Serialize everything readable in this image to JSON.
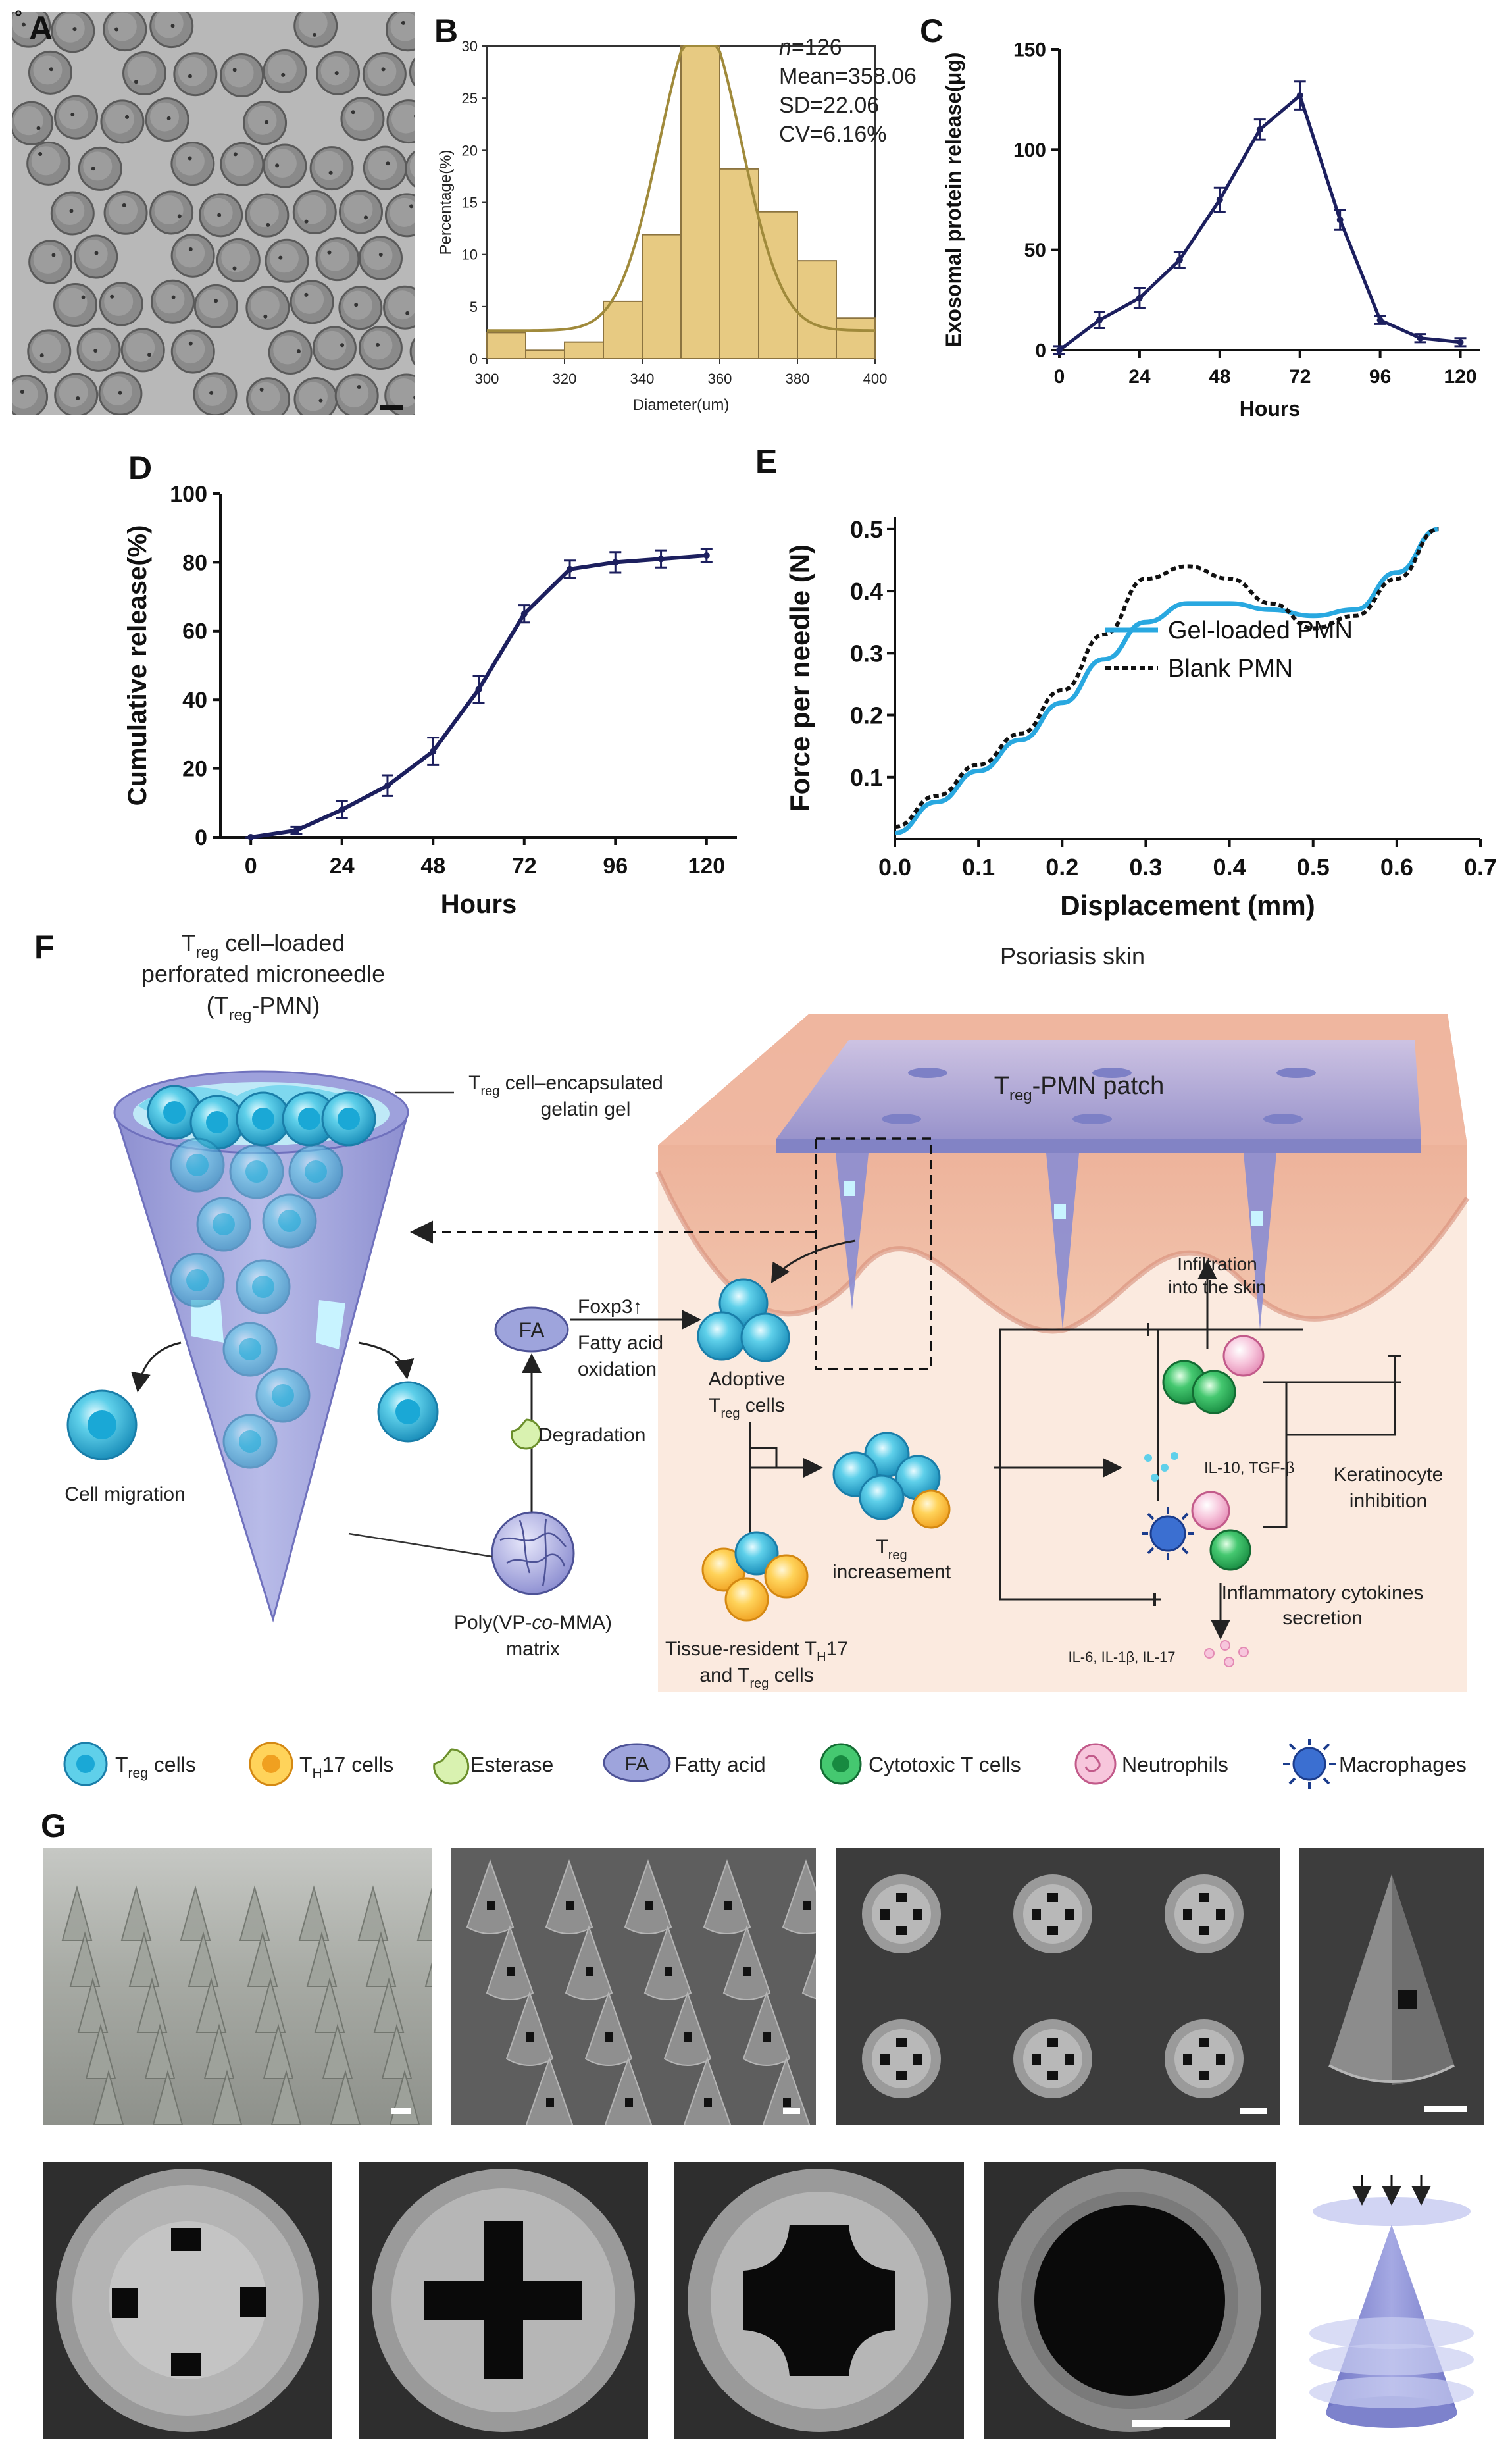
{
  "panels": {
    "a": {
      "label": "A",
      "corner": "°"
    },
    "b": {
      "label": "B"
    },
    "c": {
      "label": "C"
    },
    "d": {
      "label": "D"
    },
    "e": {
      "label": "E"
    },
    "f": {
      "label": "F"
    },
    "g": {
      "label": "G"
    }
  },
  "stats": {
    "n_sym": "n",
    "n_val": "=126",
    "mean": "Mean=358.06",
    "sd": "SD=22.06",
    "cv": "CV=6.16%"
  },
  "schematic": {
    "title_line1_pre": "T",
    "title_line1_sub": "reg",
    "title_line1_post": " cell–loaded",
    "title_line2": "perforated microneedle",
    "title_line3_pre": "(T",
    "title_line3_sub": "reg",
    "title_line3_post": "-PMN)",
    "gel_label_pre": "T",
    "gel_label_sub": "reg",
    "gel_label_post": " cell–encapsulated",
    "gel_label_line2": "gelatin gel",
    "psoriasis_skin": "Psoriasis skin",
    "patch_pre": "T",
    "patch_sub": "reg",
    "patch_post": "-PMN patch",
    "cell_migration": "Cell migration",
    "fa": "FA",
    "foxp3": "Foxp3↑",
    "fatty_acid_oxidation_1": "Fatty acid",
    "fatty_acid_oxidation_2": "oxidation",
    "degradation": "Degradation",
    "adoptive_1": "Adoptive",
    "adoptive_2_pre": "T",
    "adoptive_2_sub": "reg",
    "adoptive_2_post": " cells",
    "increasement_pre": "T",
    "increasement_sub": "reg",
    "increasement_post": "increasement",
    "tissue_res_1_pre": "Tissue-resident T",
    "tissue_res_1_sub": "H",
    "tissue_res_1_post": "17",
    "tissue_res_2_pre": "and T",
    "tissue_res_2_sub": "reg",
    "tissue_res_2_post": " cells",
    "matrix_1_pre": "Poly(VP-",
    "matrix_1_it": "co",
    "matrix_1_post": "-MMA)",
    "matrix_2": "matrix",
    "infiltration_1": "Infiltration",
    "infiltration_2": "into the skin",
    "il10": "IL-10, TGF-β",
    "keratinocyte_1": "Keratinocyte",
    "keratinocyte_2": "inhibition",
    "inflammatory_1": "Inflammatory cytokines",
    "inflammatory_2": "secretion",
    "il6": "IL-6, IL-1β, IL-17"
  },
  "legend_items": {
    "treg_pre": "T",
    "treg_sub": "reg",
    "treg_post": " cells",
    "th17_pre": "T",
    "th17_sub": "H",
    "th17_post": "17 cells",
    "esterase": "Esterase",
    "fa_box": "FA",
    "fatty_acid": "Fatty acid",
    "cytotoxic": "Cytotoxic T cells",
    "neutrophils": "Neutrophils",
    "macrophages": "Macrophages"
  },
  "chart_data": [
    {
      "panel": "B",
      "type": "bar",
      "xlabel": "Diameter(um)",
      "ylabel": "Percentage(%)",
      "xlim": [
        300,
        400
      ],
      "ylim": [
        0,
        30
      ],
      "xticks": [
        300,
        320,
        340,
        360,
        380,
        400
      ],
      "yticks": [
        0,
        5,
        10,
        15,
        20,
        25,
        30
      ],
      "bin_width": 10,
      "bin_centers": [
        305,
        315,
        325,
        335,
        345,
        355,
        365,
        375,
        385,
        395
      ],
      "values": [
        2.5,
        0.8,
        1.6,
        5.5,
        11.9,
        30,
        18.2,
        14.1,
        9.4,
        3.9
      ],
      "fit_curve": "gaussian fit"
    },
    {
      "panel": "C",
      "type": "line",
      "xlabel": "Hours",
      "ylabel": "Exosomal protein release(μg)",
      "xlim": [
        0,
        126
      ],
      "ylim": [
        0,
        150
      ],
      "xticks": [
        0,
        24,
        48,
        72,
        96,
        120
      ],
      "yticks": [
        0,
        50,
        100,
        150
      ],
      "x": [
        0,
        12,
        24,
        36,
        48,
        60,
        72,
        84,
        96,
        108,
        120
      ],
      "y": [
        0,
        15,
        26,
        45,
        75,
        110,
        127,
        65,
        15,
        6,
        4
      ],
      "err": [
        2,
        4,
        5,
        4,
        6,
        5,
        7,
        5,
        2,
        2,
        2
      ]
    },
    {
      "panel": "D",
      "type": "line",
      "xlabel": "Hours",
      "ylabel": "Cumulative release(%)",
      "xlim": [
        -8,
        128
      ],
      "ylim": [
        0,
        100
      ],
      "xticks": [
        0,
        24,
        48,
        72,
        96,
        120
      ],
      "yticks": [
        0,
        20,
        40,
        60,
        80,
        100
      ],
      "x": [
        0,
        12,
        24,
        36,
        48,
        60,
        72,
        84,
        96,
        108,
        120
      ],
      "y": [
        0,
        2,
        8,
        15,
        25,
        43,
        65,
        78,
        80,
        81,
        82
      ],
      "err": [
        0,
        1,
        2.5,
        3,
        4,
        4,
        2.5,
        2.5,
        3,
        2.5,
        2
      ]
    },
    {
      "panel": "E",
      "type": "line",
      "xlabel": "Displacement (mm)",
      "ylabel": "Force per needle (N)",
      "xlim": [
        0,
        0.7
      ],
      "ylim": [
        0,
        0.52
      ],
      "xticks": [
        0.0,
        0.1,
        0.2,
        0.3,
        0.4,
        0.5,
        0.6,
        0.7
      ],
      "yticks": [
        0.1,
        0.2,
        0.3,
        0.4,
        0.5
      ],
      "legend_position": "center-right",
      "series": [
        {
          "name": "Gel-loaded PMN",
          "color": "#29a8e0",
          "x": [
            0,
            0.05,
            0.1,
            0.15,
            0.2,
            0.25,
            0.3,
            0.35,
            0.4,
            0.45,
            0.5,
            0.55,
            0.6,
            0.65
          ],
          "y": [
            0.01,
            0.06,
            0.11,
            0.16,
            0.22,
            0.29,
            0.35,
            0.38,
            0.38,
            0.37,
            0.36,
            0.37,
            0.43,
            0.5
          ]
        },
        {
          "name": "Blank PMN",
          "color": "#111111",
          "x": [
            0,
            0.05,
            0.1,
            0.15,
            0.2,
            0.25,
            0.3,
            0.35,
            0.4,
            0.45,
            0.5,
            0.55,
            0.6,
            0.65
          ],
          "y": [
            0.02,
            0.07,
            0.12,
            0.17,
            0.24,
            0.33,
            0.42,
            0.44,
            0.42,
            0.38,
            0.34,
            0.36,
            0.42,
            0.5
          ]
        }
      ]
    }
  ]
}
